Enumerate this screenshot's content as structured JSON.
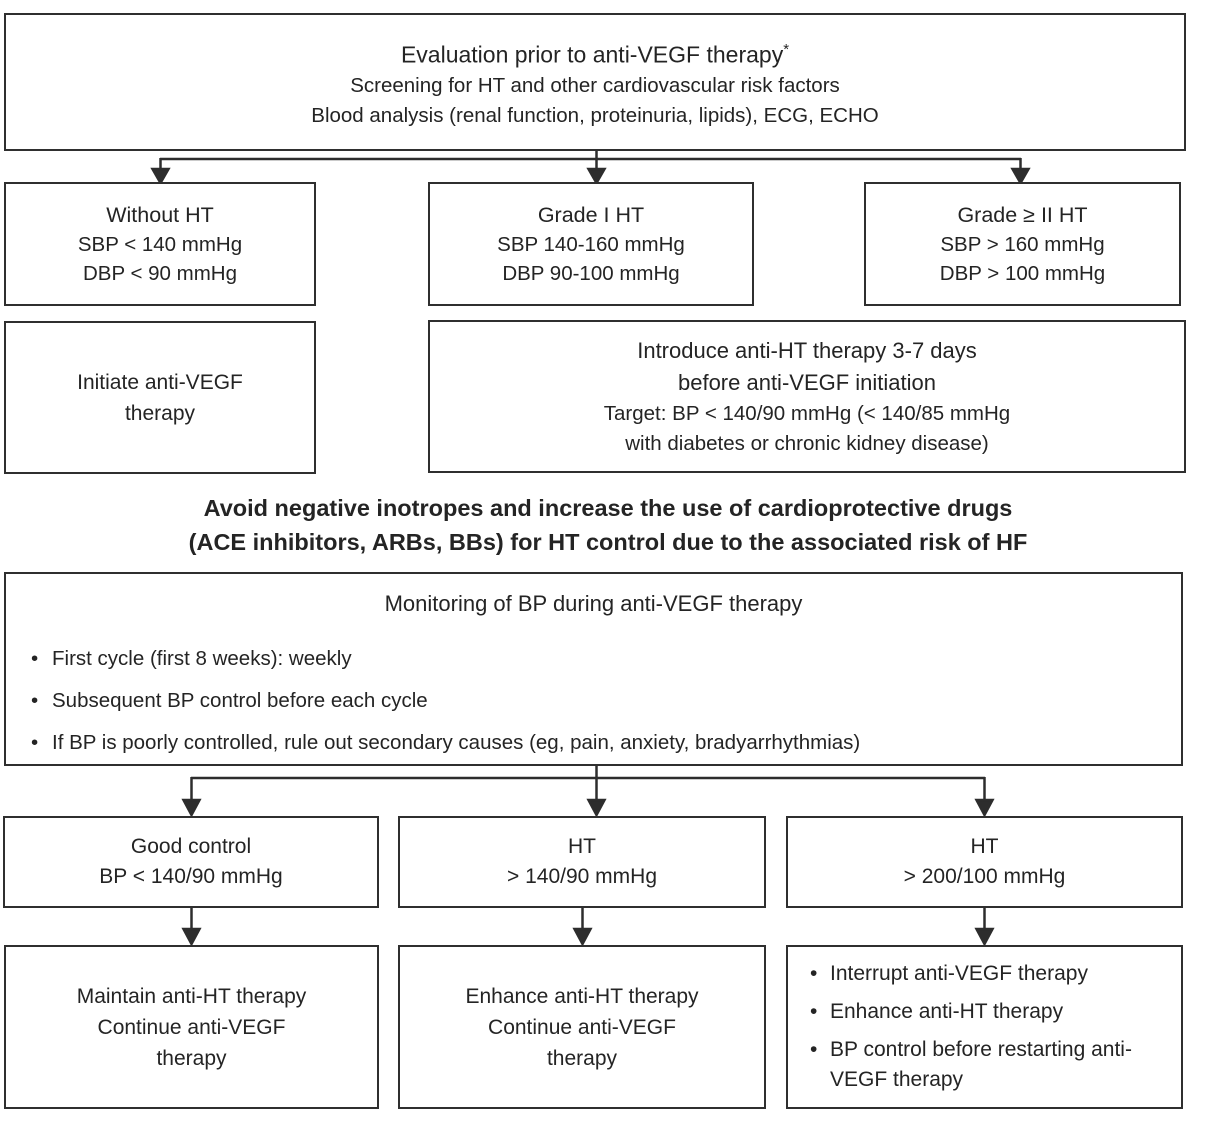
{
  "colors": {
    "border": "#2f2f2f",
    "text": "#242424",
    "arrow": "#2d2d2d",
    "background": "#ffffff"
  },
  "evaluation": {
    "title": "Evaluation prior to anti-VEGF therapy",
    "superscript": "*",
    "lines": [
      "Screening for HT and other cardiovascular risk factors",
      "Blood analysis (renal function, proteinuria, lipids), ECG, ECHO"
    ]
  },
  "classification": [
    {
      "title": "Without HT",
      "lines": [
        "SBP < 140 mmHg",
        "DBP < 90 mmHg"
      ]
    },
    {
      "title": "Grade I HT",
      "lines": [
        "SBP 140-160 mmHg",
        "DBP 90-100 mmHg"
      ]
    },
    {
      "title": "Grade ≥ II HT",
      "lines": [
        "SBP > 160 mmHg",
        "DBP > 100 mmHg"
      ]
    }
  ],
  "initiate": {
    "lines": [
      "Initiate anti-VEGF",
      "therapy"
    ]
  },
  "introduce": {
    "main_lines": [
      "Introduce anti-HT therapy 3-7 days",
      "before anti-VEGF initiation"
    ],
    "target_lines": [
      "Target: BP < 140/90 mmHg (< 140/85 mmHg",
      "with diabetes or chronic kidney disease)"
    ]
  },
  "warning": {
    "lines": [
      "Avoid negative inotropes and increase the use of cardioprotective drugs",
      "(ACE inhibitors, ARBs, BBs) for HT control due to the associated risk of HF"
    ]
  },
  "monitoring": {
    "title": "Monitoring of BP during anti-VEGF therapy",
    "bullets": [
      "First cycle (first 8 weeks): weekly",
      "Subsequent BP control before each cycle",
      "If BP is poorly controlled, rule out secondary causes (eg, pain, anxiety, bradyarrhythmias)"
    ]
  },
  "bp_status": [
    {
      "title": "Good control",
      "line": "BP < 140/90 mmHg"
    },
    {
      "title": "HT",
      "line": "> 140/90 mmHg"
    },
    {
      "title": "HT",
      "line": "> 200/100 mmHg"
    }
  ],
  "actions": {
    "maintain": {
      "lines": [
        "Maintain anti-HT therapy",
        "Continue anti-VEGF",
        "therapy"
      ]
    },
    "enhance": {
      "lines": [
        "Enhance anti-HT therapy",
        "Continue anti-VEGF",
        "therapy"
      ]
    },
    "interrupt": {
      "bullets": [
        "Interrupt anti-VEGF therapy",
        "Enhance anti-HT therapy",
        "BP control before restarting anti-VEGF therapy"
      ]
    }
  }
}
